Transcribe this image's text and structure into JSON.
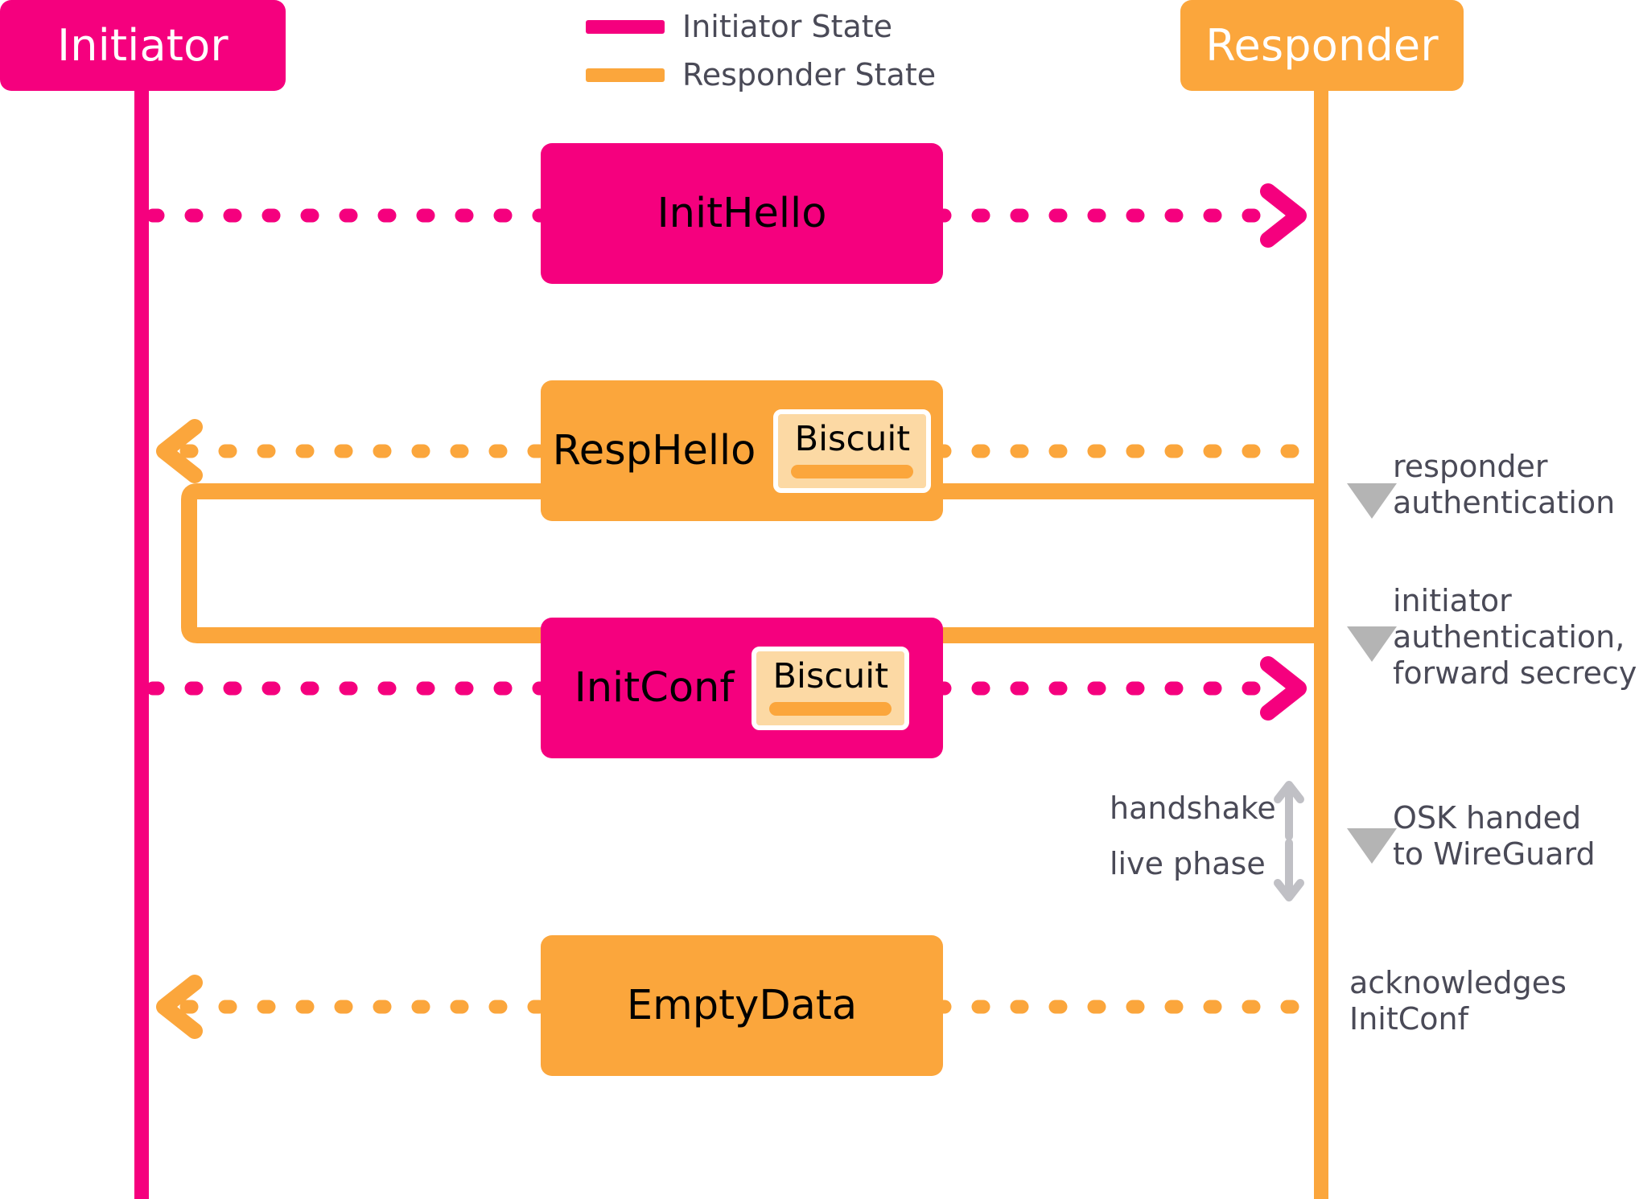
{
  "diagram": {
    "title": "Rosenpass handshake sequence diagram",
    "colors": {
      "initiator": "#F5007E",
      "responder": "#FBA63C",
      "biscuit_fill": "#FCD9A4",
      "annotation_text": "#4A4A57",
      "marker_gray": "#B4B4B4"
    },
    "lanes": [
      {
        "id": "initiator",
        "label": "Initiator",
        "color": "#F5007E"
      },
      {
        "id": "responder",
        "label": "Responder",
        "color": "#FBA63C"
      }
    ],
    "legend": [
      {
        "label": "Initiator State",
        "color": "#F5007E"
      },
      {
        "label": "Responder State",
        "color": "#FBA63C"
      }
    ],
    "messages": [
      {
        "id": "inithello",
        "label": "InitHello",
        "direction": "initiator-to-responder",
        "color": "#F5007E",
        "has_biscuit": false
      },
      {
        "id": "resphello",
        "label": "RespHello",
        "direction": "responder-to-initiator",
        "color": "#FBA63C",
        "has_biscuit": true,
        "biscuit_label": "Biscuit"
      },
      {
        "id": "initconf",
        "label": "InitConf",
        "direction": "initiator-to-responder",
        "color": "#F5007E",
        "has_biscuit": true,
        "biscuit_label": "Biscuit"
      },
      {
        "id": "emptydata",
        "label": "EmptyData",
        "direction": "responder-to-initiator",
        "color": "#FBA63C",
        "has_biscuit": false
      }
    ],
    "annotations": [
      {
        "id": "responder-auth",
        "text": "responder\nauthentication",
        "marker": "triangle-down"
      },
      {
        "id": "initiator-auth",
        "text": "initiator\nauthentication,\nforward secrecy",
        "marker": "triangle-down"
      },
      {
        "id": "osk",
        "text": "OSK handed\nto WireGuard",
        "marker": "triangle-down"
      },
      {
        "id": "ack",
        "text": "acknowledges\nInitConf",
        "marker": "none"
      }
    ],
    "phase_divider": {
      "above_label": "handshake",
      "above_arrow": "arrow-up",
      "below_label": "live phase",
      "below_arrow": "arrow-down"
    }
  }
}
